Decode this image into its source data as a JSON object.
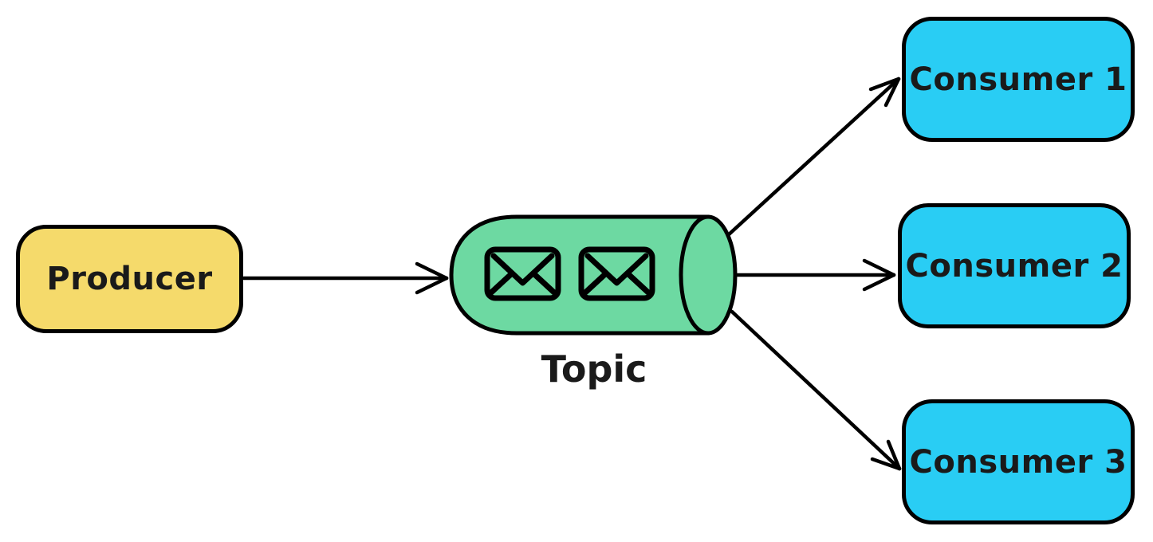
{
  "diagram": {
    "type": "flow-diagram",
    "background": "#ffffff",
    "stroke_color": "#000000",
    "nodes": {
      "producer": {
        "label": "Producer",
        "shape": "rounded-rectangle",
        "fill": "#f5da6b"
      },
      "topic": {
        "label": "Topic",
        "shape": "cylinder",
        "fill": "#6dd9a2",
        "icons": [
          "envelope-icon",
          "envelope-icon"
        ]
      },
      "consumer1": {
        "label": "Consumer 1",
        "shape": "rounded-rectangle",
        "fill": "#29cdf4"
      },
      "consumer2": {
        "label": "Consumer 2",
        "shape": "rounded-rectangle",
        "fill": "#29cdf4"
      },
      "consumer3": {
        "label": "Consumer 3",
        "shape": "rounded-rectangle",
        "fill": "#29cdf4"
      }
    },
    "edges": [
      {
        "from": "Producer",
        "to": "Topic"
      },
      {
        "from": "Topic",
        "to": "Consumer 1"
      },
      {
        "from": "Topic",
        "to": "Consumer 2"
      },
      {
        "from": "Topic",
        "to": "Consumer 3"
      }
    ]
  }
}
